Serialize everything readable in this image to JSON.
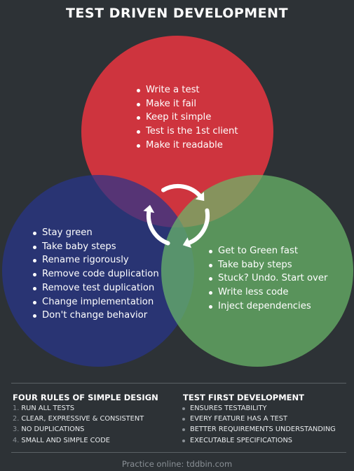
{
  "title": "TEST DRIVEN DEVELOPMENT",
  "colors": {
    "background": "#2d3236",
    "red": "#d9343f",
    "blue": "#28348a",
    "green": "#6bb86a",
    "arrows": "#ffffff"
  },
  "circles": {
    "red": {
      "items": [
        "Write a test",
        "Make it fail",
        "Keep it simple",
        "Test is the 1st client",
        "Make it readable"
      ]
    },
    "blue": {
      "items": [
        "Stay green",
        "Take baby steps",
        "Rename rigorously",
        "Remove code duplication",
        "Remove test duplication",
        "Change implementation",
        "Don't change behavior"
      ]
    },
    "green": {
      "items": [
        "Get to Green fast",
        "Take baby steps",
        "Stuck? Undo. Start over",
        "Write less code",
        "Inject dependencies"
      ]
    }
  },
  "cycle_icon": "circular-arrows-icon",
  "four_rules": {
    "title": "FOUR RULES OF SIMPLE DESIGN",
    "items": [
      {
        "num": "1.",
        "text": "RUN ALL TESTS"
      },
      {
        "num": "2.",
        "text": "CLEAR, EXPRESSIVE & CONSISTENT"
      },
      {
        "num": "3.",
        "text": "NO DUPLICATIONS"
      },
      {
        "num": "4.",
        "text": "SMALL AND SIMPLE CODE"
      }
    ]
  },
  "test_first": {
    "title": "TEST FIRST DEVELOPMENT",
    "items": [
      "ENSURES TESTABILITY",
      "EVERY FEATURE HAS A TEST",
      "BETTER REQUIREMENTS UNDERSTANDING",
      "EXECUTABLE SPECIFICATIONS"
    ]
  },
  "footer": "Practice online: tddbin.com"
}
